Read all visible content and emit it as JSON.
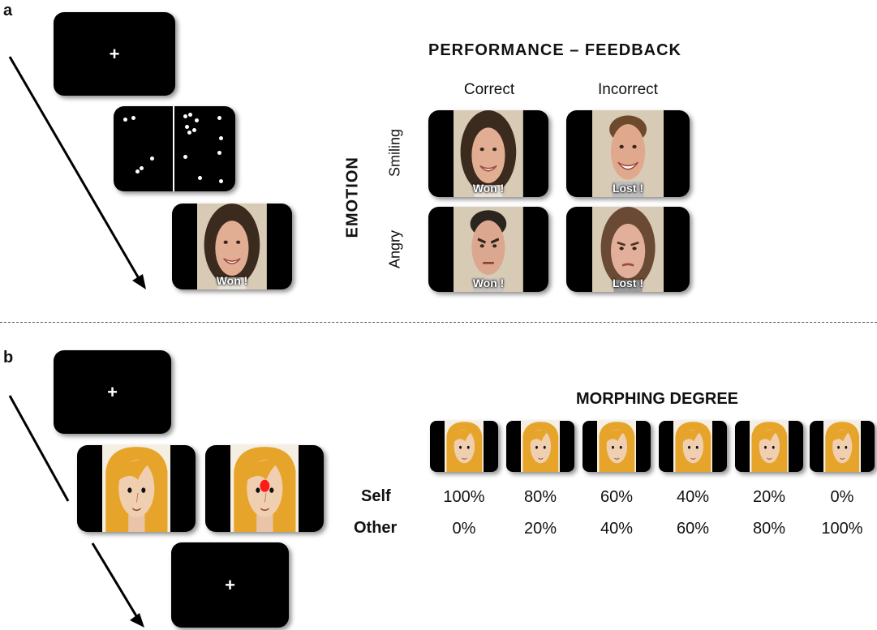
{
  "panel_a": {
    "letter": "a",
    "fixation": "+",
    "feedback_example": "Won !",
    "heading": "PERFORMANCE  –  FEEDBACK",
    "col_correct": "Correct",
    "col_incorrect": "Incorrect",
    "emotion_label": "EMOTION",
    "row_smiling": "Smiling",
    "row_angry": "Angry",
    "cells": {
      "smiling_correct": "Won !",
      "smiling_incorrect": "Lost !",
      "angry_correct": "Won !",
      "angry_incorrect": "Lost !"
    }
  },
  "panel_b": {
    "letter": "b",
    "fixation_top": "+",
    "fixation_bottom": "+",
    "heading": "MORPHING DEGREE",
    "self_label": "Self",
    "other_label": "Other",
    "self_values": [
      "100%",
      "80%",
      "60%",
      "40%",
      "20%",
      "0%"
    ],
    "other_values": [
      "0%",
      "20%",
      "40%",
      "60%",
      "80%",
      "100%"
    ]
  }
}
